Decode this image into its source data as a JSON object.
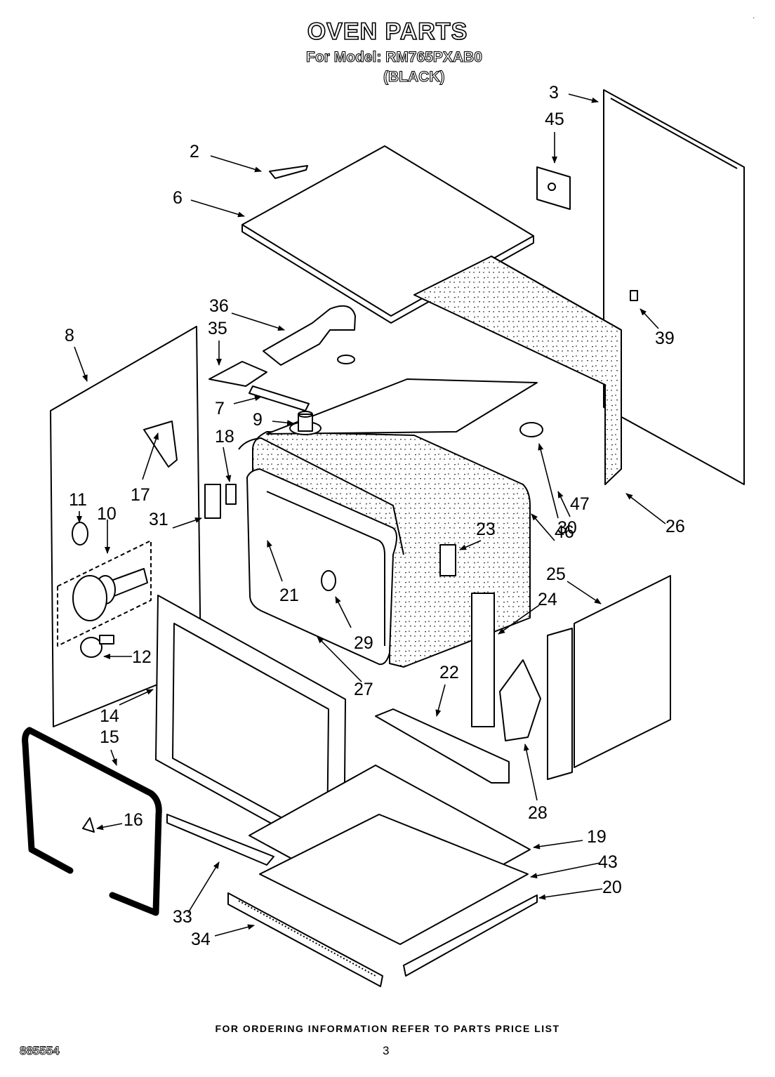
{
  "header": {
    "title": "OVEN PARTS",
    "model_line": "For Model: RM765PXAB0",
    "variant": "(BLACK)"
  },
  "footer": {
    "notice": "FOR ORDERING INFORMATION REFER TO PARTS PRICE LIST",
    "doc_number": "885554",
    "page_number": "3"
  },
  "corner_mark": "·",
  "callouts": [
    "2",
    "3",
    "6",
    "7",
    "8",
    "9",
    "10",
    "11",
    "12",
    "14",
    "15",
    "16",
    "17",
    "18",
    "19",
    "20",
    "21",
    "22",
    "23",
    "24",
    "25",
    "26",
    "27",
    "28",
    "29",
    "30",
    "31",
    "33",
    "34",
    "35",
    "36",
    "39",
    "43",
    "45",
    "46",
    "47"
  ]
}
